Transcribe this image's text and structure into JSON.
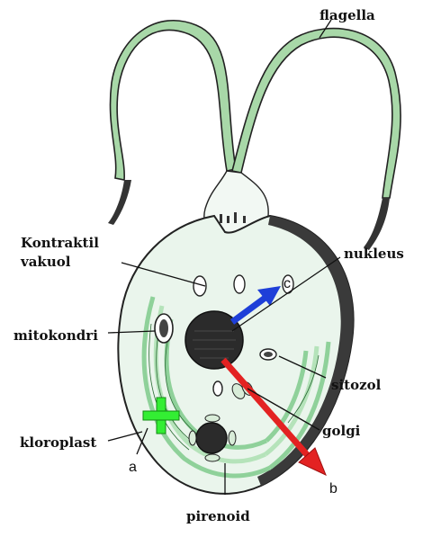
{
  "labels": {
    "flagella": "flagella",
    "kontraktil_line1": "Kontraktil",
    "kontraktil_line2": "vakuol",
    "nukleus": "nukleus",
    "mitokondri": "mitokondri",
    "sitozol": "sitozol",
    "golgi": "golgi",
    "kloroplast": "kloroplast",
    "pirenoid": "pirenoid",
    "marker_a": "a",
    "marker_b": "b",
    "marker_c": "c"
  },
  "colors": {
    "cell_fill": "#eaf5ec",
    "flagella_fill": "#a8d8a8",
    "chloroplast": "#8fd19a",
    "nucleus": "#2b2b2b",
    "arrow_red": "#e32222",
    "arrow_blue": "#1e3fd8",
    "cross_green": "#33ee33"
  }
}
